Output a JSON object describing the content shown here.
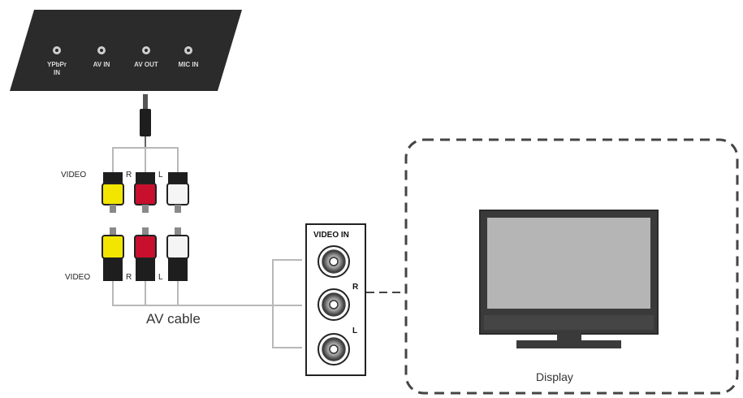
{
  "panel": {
    "ports": [
      {
        "label_line1": "YPbPr",
        "label_line2": "IN"
      },
      {
        "label_line1": "AV IN",
        "label_line2": ""
      },
      {
        "label_line1": "AV OUT",
        "label_line2": ""
      },
      {
        "label_line1": "MIC IN",
        "label_line2": ""
      }
    ]
  },
  "cable": {
    "top": {
      "video": "VIDEO",
      "r": "R",
      "l": "L"
    },
    "bottom": {
      "video": "VIDEO",
      "r": "R",
      "l": "L"
    },
    "name": "AV cable"
  },
  "input_box": {
    "title": "VIDEO IN",
    "r": "R",
    "l": "L"
  },
  "display": {
    "label": "Display"
  },
  "colors": {
    "panel": "#2b2b2b",
    "video_plug": "#f2e600",
    "audio_r_plug": "#c8102e",
    "audio_l_plug": "#f5f5f5",
    "screen": "#b5b5b5",
    "tv_frame": "#3a3a3a"
  }
}
